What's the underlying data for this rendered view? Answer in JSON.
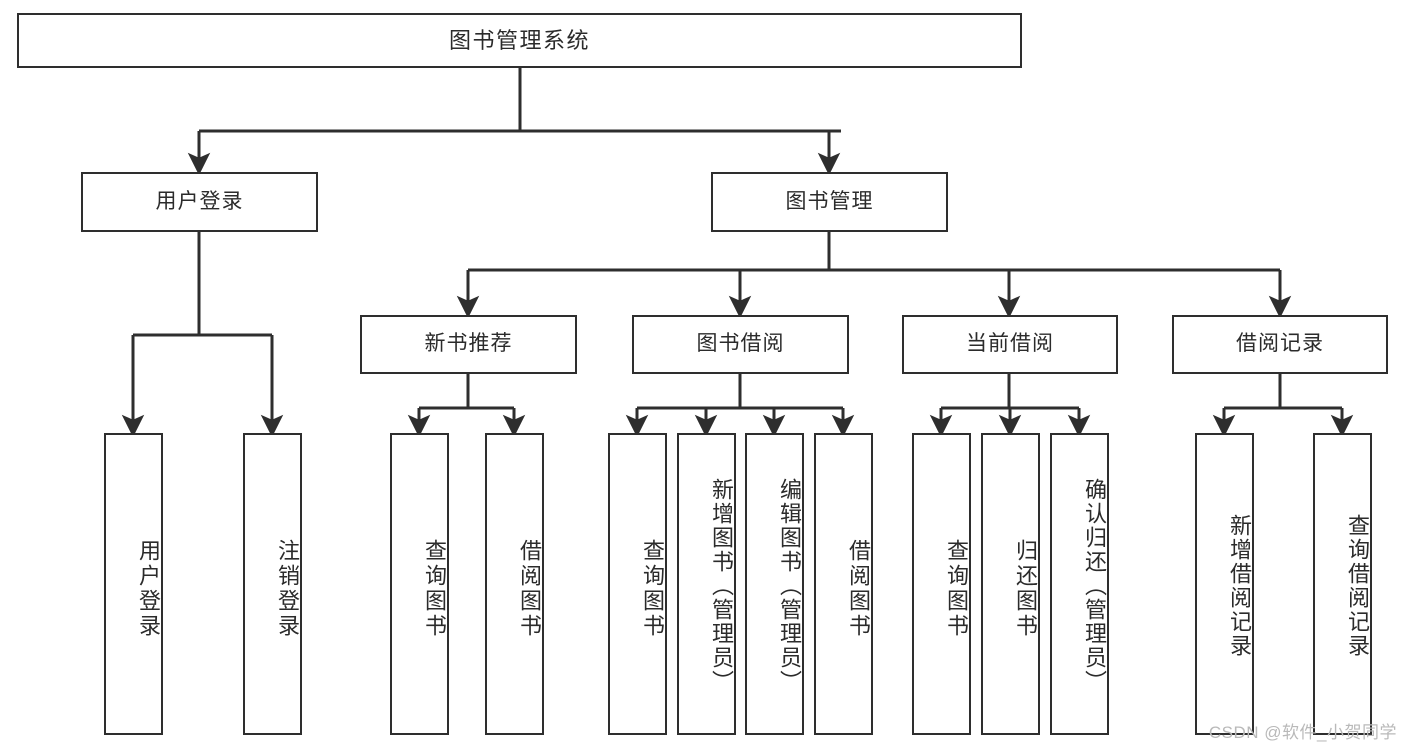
{
  "diagram": {
    "title": "图书管理系统",
    "type": "hierarchical-tree",
    "watermark": "CSDN @软件_小贺同学",
    "colors": {
      "stroke": "#2e2e2e",
      "fill": "#ffffff",
      "text": "#2b2b2b",
      "watermark": "#b9b9b9"
    },
    "nodes": {
      "root": {
        "label": "图书管理系统"
      },
      "level2": [
        {
          "id": "user-login",
          "label": "用户登录"
        },
        {
          "id": "book-manage",
          "label": "图书管理"
        }
      ],
      "level3": [
        {
          "id": "new-book-rec",
          "label": "新书推荐"
        },
        {
          "id": "book-borrow",
          "label": "图书借阅"
        },
        {
          "id": "current-borrow",
          "label": "当前借阅"
        },
        {
          "id": "borrow-record",
          "label": "借阅记录"
        }
      ],
      "leaves": [
        {
          "id": "leaf-user-login",
          "label": "用户登录",
          "parent": "user-login"
        },
        {
          "id": "leaf-logout",
          "label": "注销登录",
          "parent": "user-login"
        },
        {
          "id": "leaf-query-book-1",
          "label": "查询图书",
          "parent": "new-book-rec"
        },
        {
          "id": "leaf-borrow-book-1",
          "label": "借阅图书",
          "parent": "new-book-rec"
        },
        {
          "id": "leaf-query-book-2",
          "label": "查询图书",
          "parent": "book-borrow"
        },
        {
          "id": "leaf-add-book",
          "label": "新增图书（管理员）",
          "parent": "book-borrow"
        },
        {
          "id": "leaf-edit-book",
          "label": "编辑图书（管理员）",
          "parent": "book-borrow"
        },
        {
          "id": "leaf-borrow-book-2",
          "label": "借阅图书",
          "parent": "book-borrow"
        },
        {
          "id": "leaf-query-book-3",
          "label": "查询图书",
          "parent": "current-borrow"
        },
        {
          "id": "leaf-return-book",
          "label": "归还图书",
          "parent": "current-borrow"
        },
        {
          "id": "leaf-confirm-return",
          "label": "确认归还（管理员）",
          "parent": "current-borrow"
        },
        {
          "id": "leaf-add-record",
          "label": "新增借阅记录",
          "parent": "borrow-record"
        },
        {
          "id": "leaf-query-record",
          "label": "查询借阅记录",
          "parent": "borrow-record"
        }
      ]
    }
  }
}
